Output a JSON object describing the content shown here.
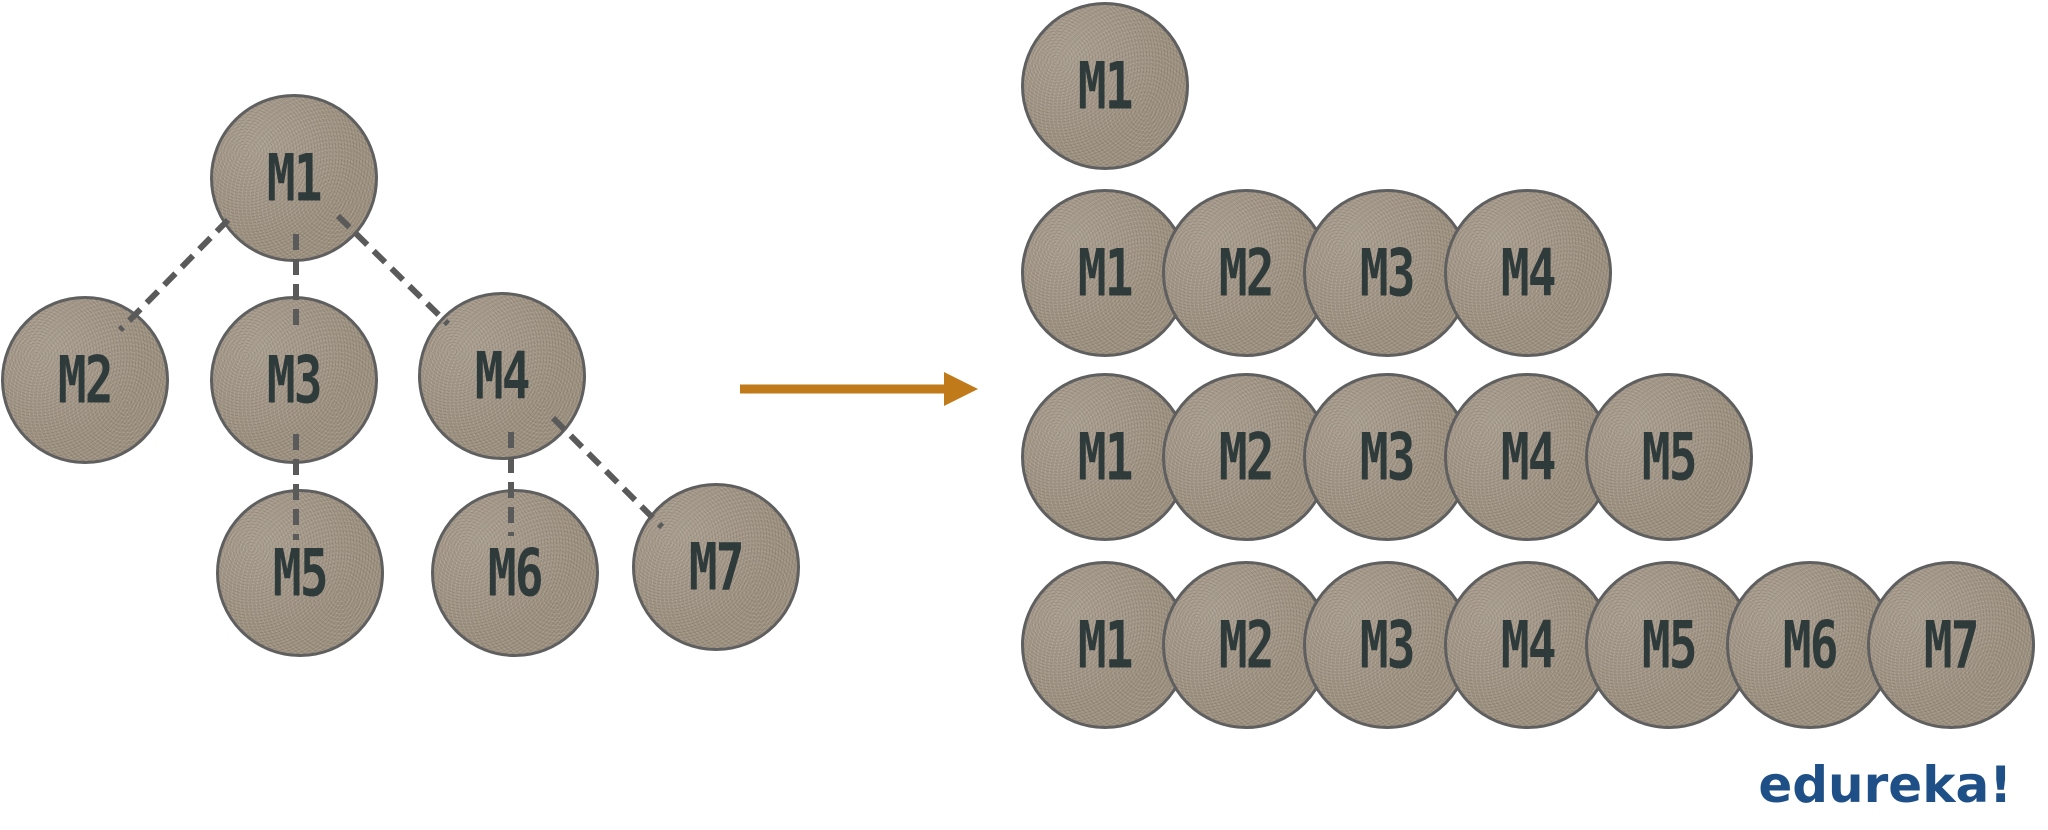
{
  "tree": {
    "nodes": [
      {
        "id": "M1",
        "label": "M1"
      },
      {
        "id": "M2",
        "label": "M2"
      },
      {
        "id": "M3",
        "label": "M3"
      },
      {
        "id": "M4",
        "label": "M4"
      },
      {
        "id": "M5",
        "label": "M5"
      },
      {
        "id": "M6",
        "label": "M6"
      },
      {
        "id": "M7",
        "label": "M7"
      }
    ],
    "edges": [
      [
        "M1",
        "M2"
      ],
      [
        "M1",
        "M3"
      ],
      [
        "M1",
        "M4"
      ],
      [
        "M3",
        "M5"
      ],
      [
        "M4",
        "M6"
      ],
      [
        "M4",
        "M7"
      ]
    ]
  },
  "rows": [
    [
      "M1"
    ],
    [
      "M1",
      "M2",
      "M3",
      "M4"
    ],
    [
      "M1",
      "M2",
      "M3",
      "M4",
      "M5"
    ],
    [
      "M1",
      "M2",
      "M3",
      "M4",
      "M5",
      "M6",
      "M7"
    ]
  ],
  "colors": {
    "arrow": "#c07a1a",
    "edge": "#5a5a5a",
    "node_fill": "#a09484",
    "node_text": "#2f3a3a",
    "logo": "#1e4f86"
  },
  "logo": "edureka!"
}
